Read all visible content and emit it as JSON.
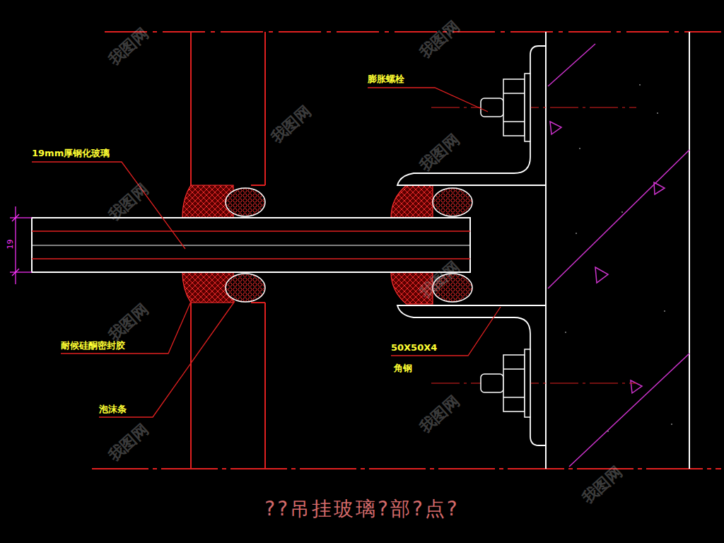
{
  "diagram": {
    "title": "??吊挂玻璃?部?点?",
    "labels": [
      "膨胀螺栓",
      "19mm厚钢化玻璃",
      "耐候硅酮密封胶",
      "泡沫条",
      "50X50X4",
      "角钢",
      "19",
      "我图网",
      "我图网",
      "我图网",
      "我图网",
      "我图网",
      "我图网",
      "我图网",
      "我图网",
      "我图网",
      "我图网"
    ]
  }
}
